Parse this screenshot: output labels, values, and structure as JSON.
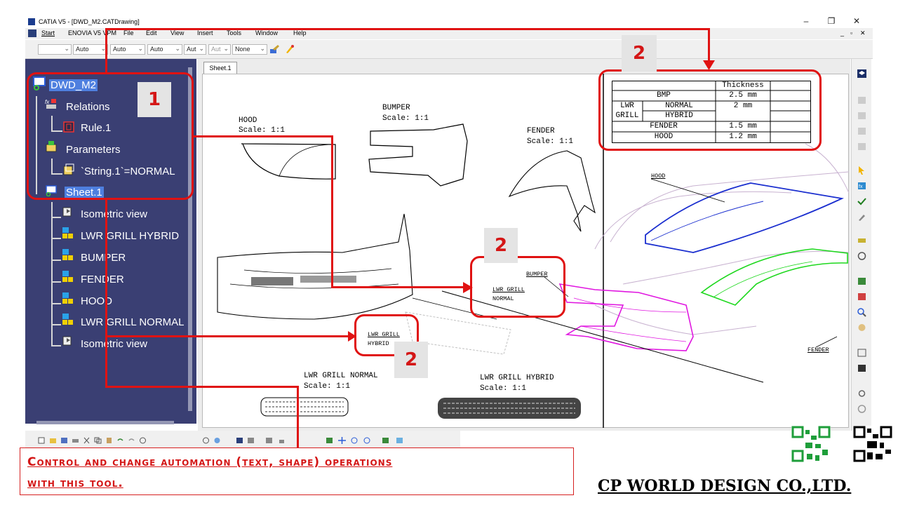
{
  "window": {
    "title": "CATIA V5 - [DWD_M2.CATDrawing]",
    "controls": [
      "–",
      "❐",
      "✕"
    ],
    "inner_controls": [
      "_",
      "▫",
      "✕"
    ]
  },
  "menu": [
    "Start",
    "ENOVIA V5 VPM",
    "File",
    "Edit",
    "View",
    "Insert",
    "Tools",
    "Window",
    "Help"
  ],
  "toolbar": {
    "combos": [
      "",
      "Auto",
      "Auto",
      "Auto",
      "Aut",
      "Aut",
      "None"
    ]
  },
  "tree": {
    "root": "DWD_M2",
    "relations": "Relations",
    "rule": "Rule.1",
    "parameters": "Parameters",
    "param_value": "`String.1`=NORMAL",
    "sheet": "Sheet.1",
    "views": [
      "Isometric view",
      "LWR GRILL HYBRID",
      "BUMPER",
      "FENDER",
      "HOOD",
      "LWR GRILL NORMAL",
      "Isometric view"
    ]
  },
  "sheet": {
    "tab": "Sheet.1",
    "views": {
      "hood": {
        "name": "HOOD",
        "scale": "Scale:  1:1"
      },
      "bumper": {
        "name": "BUMPER",
        "scale": "Scale:  1:1"
      },
      "fender": {
        "name": "FENDER",
        "scale": "Scale:  1:1"
      },
      "grill_normal": {
        "name": "LWR GRILL NORMAL",
        "scale": "Scale:  1:1"
      },
      "grill_hybrid": {
        "name": "LWR GRILL HYBRID",
        "scale": "Scale:  1:1"
      }
    },
    "iso_labels": {
      "hood": "HOOD",
      "bumper": "BUMPER",
      "grill_line1": "LWR GRILL",
      "grill_line2": "NORMAL",
      "fender": "FENDER"
    },
    "hybrid_label": {
      "line1": "LWR GRILL",
      "line2": "HYBRID"
    }
  },
  "thickness_table": {
    "header": "Thickness",
    "rows": [
      {
        "label": "BMP",
        "value": "2.5 mm"
      },
      {
        "label": "LWR",
        "sub": "NORMAL",
        "value": "2 mm"
      },
      {
        "label": "GRILL",
        "sub": "HYBRID",
        "value": ""
      },
      {
        "label": "FENDER",
        "value": "1.5 mm"
      },
      {
        "label": "HOOD",
        "value": "1.2 mm"
      }
    ]
  },
  "callouts": {
    "one": "1",
    "two_a": "2",
    "two_b": "2",
    "two_c": "2"
  },
  "caption": {
    "line1": "Control and change automation (text, shape) operations",
    "line2": "with this tool."
  },
  "company": "CP WORLD DESIGN CO.,LTD.",
  "colors": {
    "tree_bg": "#3a3f73",
    "callout_red": "#e01212",
    "hood_blue": "#1a2ecf",
    "bumper_magenta": "#e016e0",
    "fender_green": "#1ed81e"
  }
}
